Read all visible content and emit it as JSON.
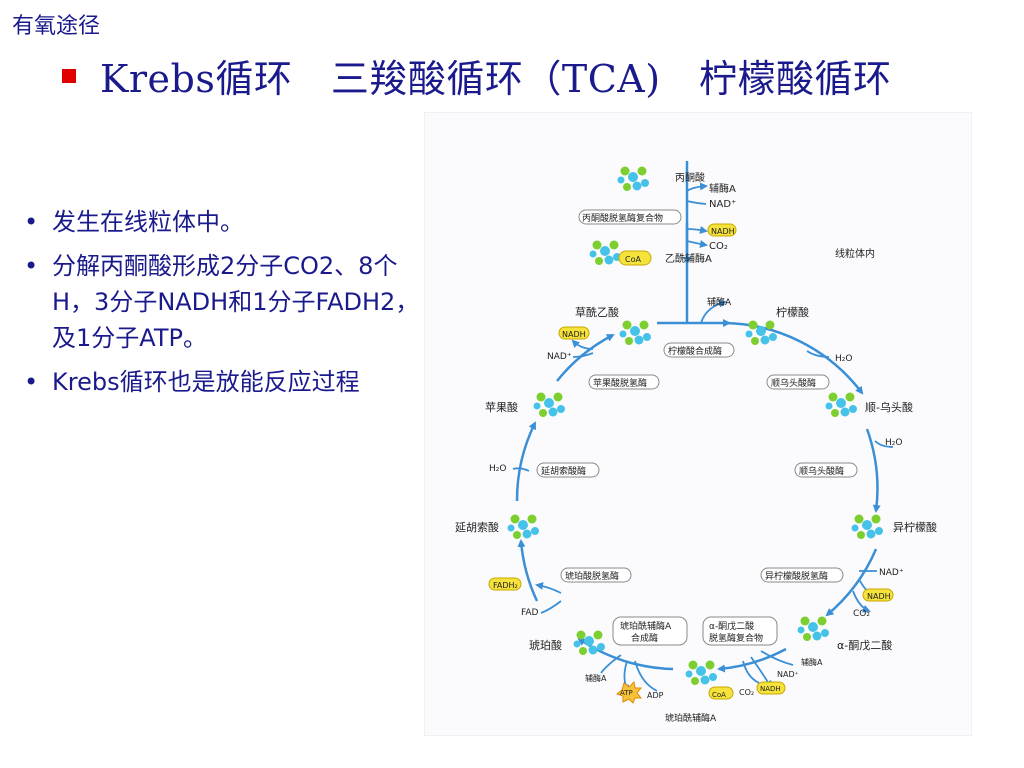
{
  "slide": {
    "topic": "有氧途径",
    "title": "Krebs循环　三羧酸循环（TCA)　柠檬酸循环"
  },
  "bullets": [
    "发生在线粒体中。",
    "分解丙酮酸形成2分子CO2、8个H，3分子NADH和1分子FADH2，及1分子ATP。",
    "Krebs循环也是放能反应过程"
  ],
  "diagram": {
    "location": "线粒体内",
    "pyruvate": "丙酮酸",
    "coa_top": "辅酶A",
    "nad_top": "NAD⁺",
    "pdh_complex": "丙酮酸脱氢酶复合物",
    "nadh_top": "NADH",
    "co2_top": "CO₂",
    "coa_badge": "CoA",
    "acetyl_coa": "乙酰辅酶A",
    "oxaloacetate": "草酰乙酸",
    "citrate": "柠檬酸",
    "coa_citrate": "辅酶A",
    "citrate_synthase": "柠檬酸合成酶",
    "nadh_left": "NADH",
    "nad_left": "NAD⁺",
    "malate_dh": "苹果酸脱氢酶",
    "aconitase1": "顺乌头酸酶",
    "h2o_right1": "H₂O",
    "cis_aconitate": "顺-乌头酸",
    "malate": "苹果酸",
    "h2o_right2": "H₂O",
    "h2o_left": "H₂O",
    "fumarase": "延胡索酸酶",
    "aconitase2": "顺乌头酸酶",
    "isocitrate": "异柠檬酸",
    "fumarate": "延胡索酸",
    "succinate_dh": "琥珀酸脱氢酶",
    "isocitrate_dh": "异柠檬酸脱氢酶",
    "nad_right": "NAD⁺",
    "fadh2": "FADH₂",
    "nadh_right": "NADH",
    "co2_right": "CO₂",
    "fad": "FAD",
    "succinyl_synth_1": "琥珀酰辅酶A",
    "succinyl_synth_2": "合成酶",
    "akg_complex_1": "α-酮戊二酸",
    "akg_complex_2": "脱氢酶复合物",
    "succinate": "琥珀酸",
    "akg": "α-酮戊二酸",
    "coa_bl": "辅酶A",
    "atp": "ATP",
    "adp": "ADP",
    "coa_badge2": "CoA",
    "co2_bottom": "CO₂",
    "nadh_bottom": "NADH",
    "nad_bottom": "NAD⁺",
    "coa_br": "辅酶A",
    "succinyl_coa": "琥珀酰辅酶A"
  },
  "colors": {
    "text_blue": "#1a1a8c",
    "bullet_red": "#e00000",
    "arrow_blue": "#3a8fd6",
    "mol_green": "#7ccf2e",
    "mol_cyan": "#46c2e8",
    "badge_yellow": "#f5e23a"
  }
}
